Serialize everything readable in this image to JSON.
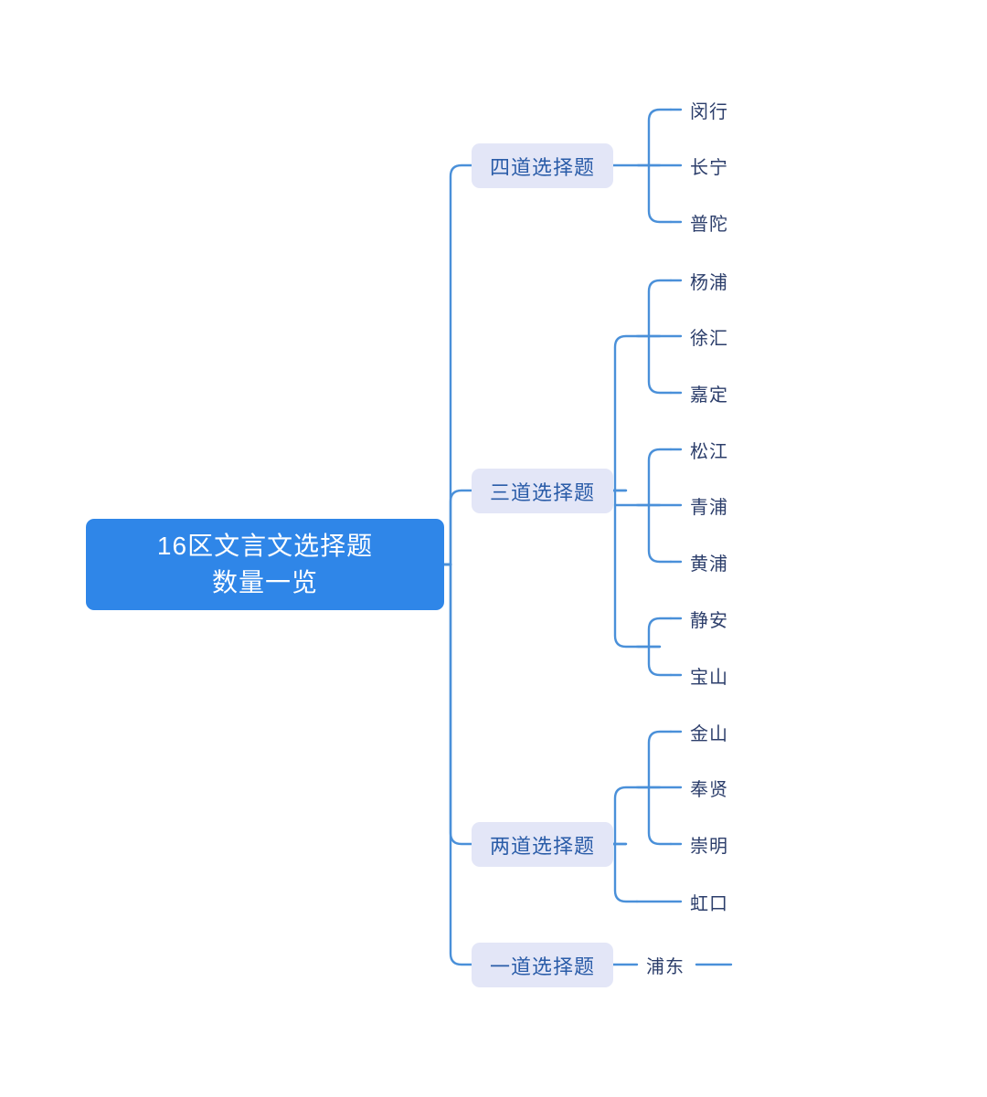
{
  "diagram": {
    "type": "mindmap",
    "title": "16区文言文选择题数量一览",
    "orientation": "left-to-right",
    "colors": {
      "root_fill": "#2f86e8",
      "root_text": "#ffffff",
      "branch_fill": "#e3e6f7",
      "branch_text": "#2a5ca8",
      "leaf_text": "#2c3e6b",
      "link_stroke": "#4a90d9",
      "background": "#ffffff"
    },
    "root": {
      "line1": "16区文言文选择题",
      "line2": "数量一览"
    },
    "branches": [
      {
        "label": "四道选择题",
        "leaves": [
          "闵行",
          "长宁",
          "普陀"
        ]
      },
      {
        "label": "三道选择题",
        "leaves": [
          "杨浦",
          "徐汇",
          "嘉定",
          "松江",
          "青浦",
          "黄浦",
          "静安",
          "宝山"
        ]
      },
      {
        "label": "两道选择题",
        "leaves": [
          "金山",
          "奉贤",
          "崇明",
          "虹口"
        ]
      },
      {
        "label": "一道选择题",
        "leaves": [
          "浦东"
        ]
      }
    ],
    "leaves": {
      "minhang": "闵行",
      "changning": "长宁",
      "putuo": "普陀",
      "yangpu": "杨浦",
      "xuhui": "徐汇",
      "jiading": "嘉定",
      "songjiang": "松江",
      "qingpu": "青浦",
      "huangpu": "黄浦",
      "jingan": "静安",
      "baoshan": "宝山",
      "jinshan": "金山",
      "fengxian": "奉贤",
      "chongming": "崇明",
      "hongkou": "虹口",
      "pudong": "浦东"
    },
    "branch_labels": {
      "four": "四道选择题",
      "three": "三道选择题",
      "two": "两道选择题",
      "one": "一道选择题"
    }
  }
}
